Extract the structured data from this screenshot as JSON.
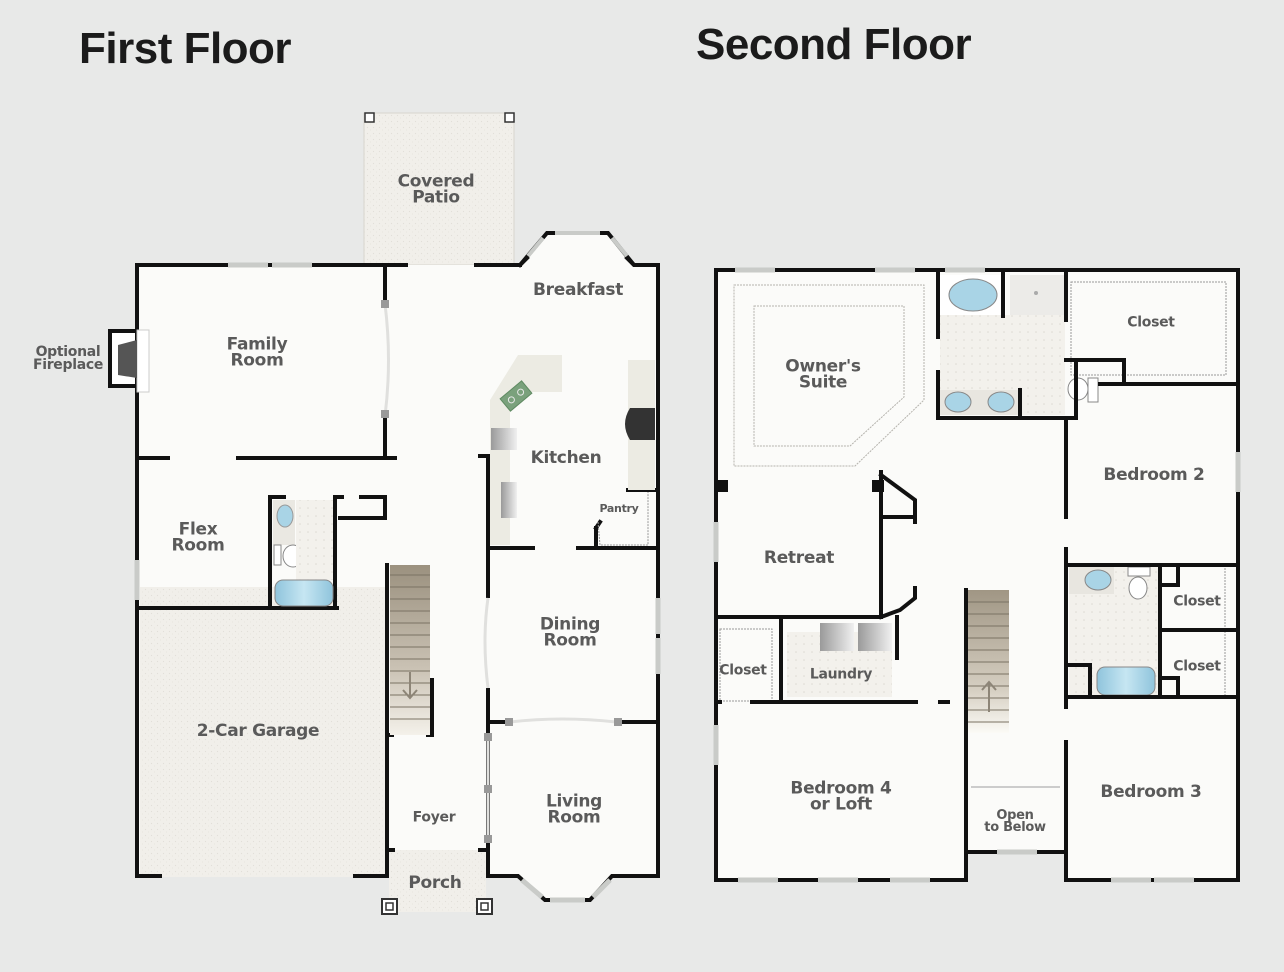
{
  "first_floor": {
    "title": "First Floor",
    "rooms": {
      "covered_patio": [
        "Covered",
        "Patio"
      ],
      "family_room": [
        "Family",
        "Room"
      ],
      "optional_fireplace": [
        "Optional",
        "Fireplace"
      ],
      "breakfast": "Breakfast",
      "kitchen": "Kitchen",
      "pantry": "Pantry",
      "flex_room": [
        "Flex",
        "Room"
      ],
      "garage": "2-Car Garage",
      "dining_room": [
        "Dining",
        "Room"
      ],
      "living_room": [
        "Living",
        "Room"
      ],
      "foyer": "Foyer",
      "porch": "Porch"
    }
  },
  "second_floor": {
    "title": "Second Floor",
    "rooms": {
      "owners_suite": [
        "Owner's",
        "Suite"
      ],
      "owners_closet": "Closet",
      "bedroom_2": "Bedroom 2",
      "retreat": "Retreat",
      "closet_left": "Closet",
      "laundry": "Laundry",
      "closet_right_upper": "Closet",
      "closet_right_lower": "Closet",
      "bedroom_4": [
        "Bedroom 4",
        "or Loft"
      ],
      "open_to_below": [
        "Open",
        "to Below"
      ],
      "bedroom_3": "Bedroom 3"
    }
  },
  "colors": {
    "background": "#e8e9e8",
    "floor": "#fbfbf9",
    "wall": "#111111",
    "textured_floor": "#f1efea",
    "label": "#5a5a5a",
    "fixture_blue": "#a9d4e6",
    "stair": "#a49a8a",
    "window": "#c9cbc8"
  }
}
